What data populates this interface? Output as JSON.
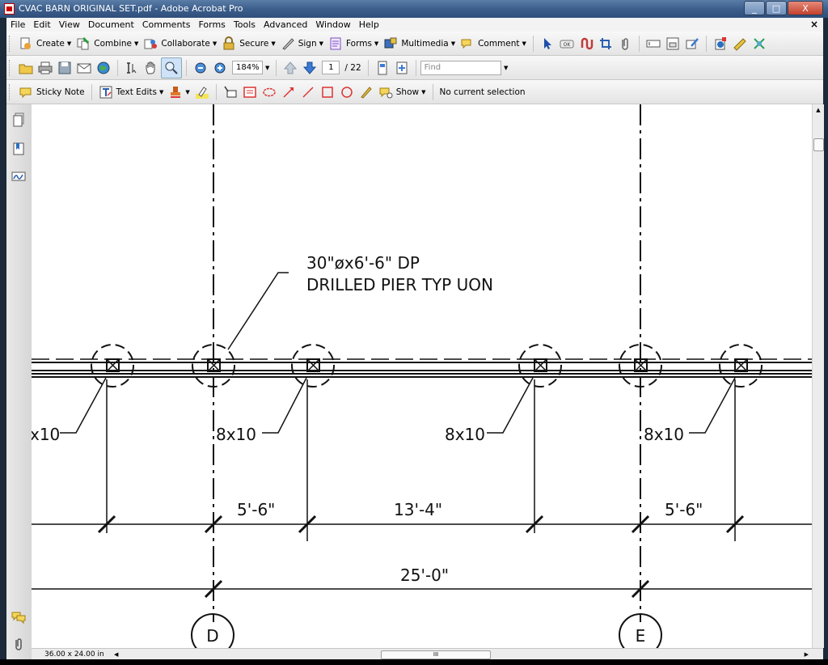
{
  "window": {
    "title": "CVAC BARN ORIGINAL SET.pdf - Adobe Acrobat Pro",
    "minimize": "_",
    "maximize": "□",
    "close": "X"
  },
  "menu": {
    "items": [
      "File",
      "Edit",
      "View",
      "Document",
      "Comments",
      "Forms",
      "Tools",
      "Advanced",
      "Window",
      "Help"
    ],
    "close_glyph": "×"
  },
  "toolbar1": {
    "create": "Create",
    "combine": "Combine",
    "collaborate": "Collaborate",
    "secure": "Secure",
    "sign": "Sign",
    "forms": "Forms",
    "multimedia": "Multimedia",
    "comment": "Comment",
    "ok_label": "OK"
  },
  "toolbar2": {
    "zoom": "184%",
    "page_current": "1",
    "page_total": "/ 22",
    "find_placeholder": "Find"
  },
  "toolbar3": {
    "sticky_note": "Sticky Note",
    "text_edits": "Text Edits",
    "show": "Show",
    "selection_status": "No current selection"
  },
  "drawing": {
    "note_line1": "30\"øx6'-6\" DP",
    "note_line2": "DRILLED PIER TYP UON",
    "labels_8x10": [
      "x10",
      "8x10",
      "8x10",
      "8x10"
    ],
    "dim_1": "5'-6\"",
    "dim_2": "13'-4\"",
    "dim_3": "5'-6\"",
    "dim_total": "25'-0\"",
    "grid_d": "D",
    "grid_e": "E"
  },
  "status": {
    "page_size": "36.00 x 24.00 in",
    "hscroll_grip": "III"
  },
  "colors": {
    "title_bar": "#3d5f8c",
    "toolbar_bg": "#ececec",
    "canvas_bg": "#ffffff",
    "ink": "#111111"
  }
}
